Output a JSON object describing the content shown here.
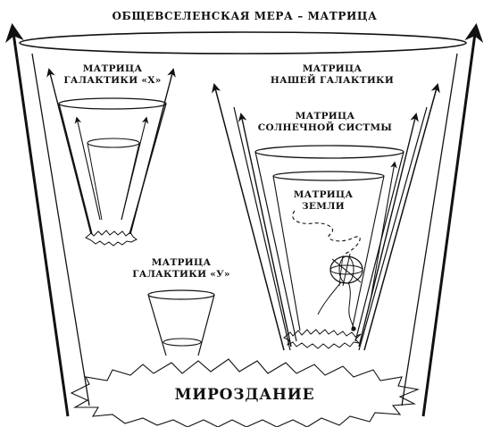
{
  "labels": {
    "universal": "ОБЩЕВСЕЛЕНСКАЯ МЕРА – МАТРИЦА",
    "galaxy_x_1": "МАТРИЦА",
    "galaxy_x_2": "ГАЛАКТИКИ «Х»",
    "our_galaxy_1": "МАТРИЦА",
    "our_galaxy_2": "НАШЕЙ ГАЛАКТИКИ",
    "solar_1": "МАТРИЦА",
    "solar_2": "СОЛНЕЧНОЙ СИСТМЫ",
    "earth_1": "МАТРИЦА",
    "earth_2": "ЗЕМЛИ",
    "galaxy_y_1": "МАТРИЦА",
    "galaxy_y_2": "ГАЛАКТИКИ «У»",
    "universe": "МИРОЗДАНИЕ"
  },
  "colors": {
    "ink": "#111111",
    "background": "#ffffff"
  }
}
